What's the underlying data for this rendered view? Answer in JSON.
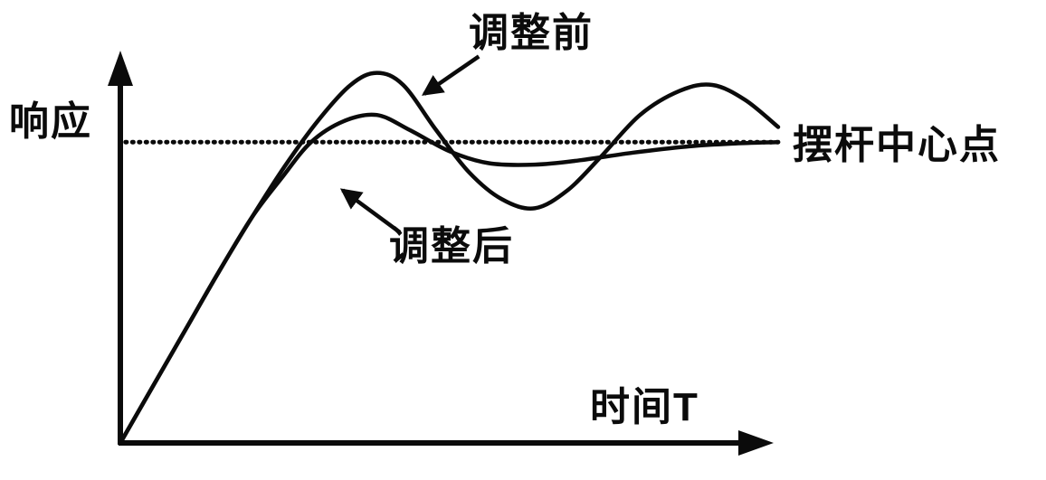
{
  "chart_data": {
    "type": "line",
    "title": "",
    "xlabel": "时间T",
    "ylabel": "响应",
    "xlim": [
      0,
      10
    ],
    "ylim": [
      0,
      1.28
    ],
    "grid": false,
    "line_color": "#0b0b0b",
    "setpoint": {
      "label": "摆杆中心点",
      "value": 1.0,
      "style": "dotted"
    },
    "series": [
      {
        "name": "调整前",
        "points": [
          [
            0,
            0
          ],
          [
            0.5,
            0.19
          ],
          [
            1.0,
            0.38
          ],
          [
            1.5,
            0.57
          ],
          [
            2.0,
            0.75
          ],
          [
            2.5,
            0.92
          ],
          [
            3.0,
            1.07
          ],
          [
            3.5,
            1.19
          ],
          [
            3.9,
            1.23
          ],
          [
            4.3,
            1.19
          ],
          [
            4.8,
            1.04
          ],
          [
            5.3,
            0.9
          ],
          [
            5.8,
            0.81
          ],
          [
            6.3,
            0.78
          ],
          [
            6.8,
            0.84
          ],
          [
            7.3,
            0.95
          ],
          [
            7.9,
            1.09
          ],
          [
            8.5,
            1.17
          ],
          [
            9.0,
            1.19
          ],
          [
            9.5,
            1.14
          ],
          [
            10,
            1.05
          ]
        ]
      },
      {
        "name": "调整后",
        "points": [
          [
            0,
            0
          ],
          [
            0.5,
            0.19
          ],
          [
            1.0,
            0.38
          ],
          [
            1.5,
            0.57
          ],
          [
            2.0,
            0.75
          ],
          [
            2.45,
            0.88
          ],
          [
            2.9,
            1.0
          ],
          [
            3.4,
            1.07
          ],
          [
            3.9,
            1.09
          ],
          [
            4.4,
            1.04
          ],
          [
            5.0,
            0.97
          ],
          [
            5.6,
            0.93
          ],
          [
            6.3,
            0.925
          ],
          [
            7.0,
            0.94
          ],
          [
            7.8,
            0.965
          ],
          [
            8.6,
            0.985
          ],
          [
            9.3,
            0.995
          ],
          [
            10,
            1.0
          ]
        ]
      }
    ],
    "annotations": [
      {
        "text": "调整前",
        "arrow_from": [
          5.45,
          1.285
        ],
        "arrow_to": [
          4.62,
          1.16
        ]
      },
      {
        "text": "调整后",
        "arrow_from": [
          4.25,
          0.7
        ],
        "arrow_to": [
          3.38,
          0.84
        ]
      }
    ]
  }
}
